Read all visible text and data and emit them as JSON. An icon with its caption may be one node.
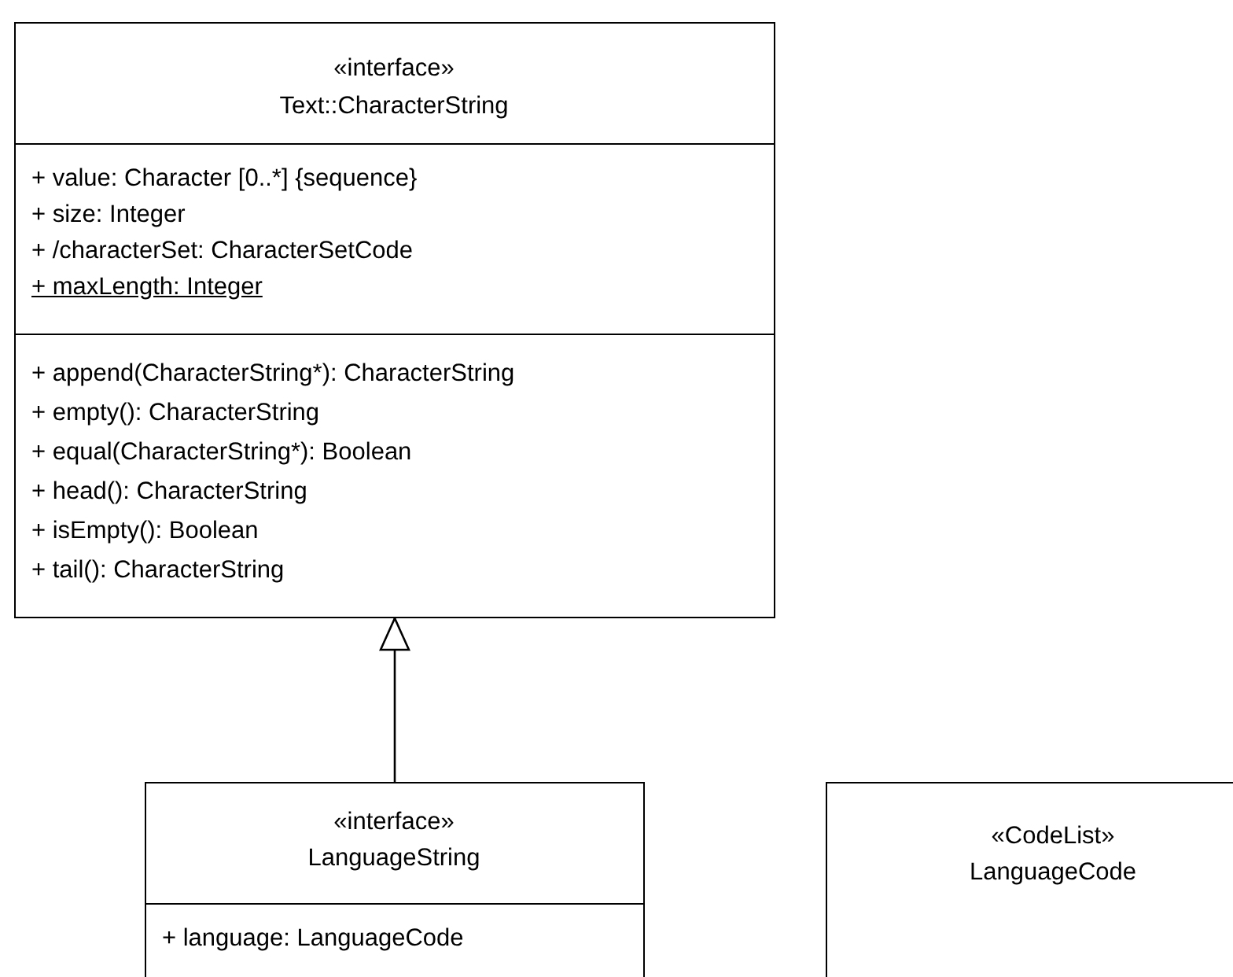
{
  "diagram": {
    "nodes": [
      {
        "text": [
          "«interface»",
          "Text::CharacterString",
          "+ value: Character [0..*] {sequence}",
          "+ size: Integer",
          "+ /characterSet: CharacterSetCode",
          "+ maxLength: Integer",
          "+ append(CharacterString*): CharacterString",
          "+ empty(): CharacterString",
          "+ equal(CharacterString*): Boolean",
          "+ head(): CharacterString",
          "+ isEmpty(): Boolean",
          "+ tail(): CharacterString"
        ]
      },
      {
        "text": [
          "«interface»",
          "LanguageString",
          "+ language: LanguageCode"
        ]
      },
      {
        "text": [
          "«CodeList»",
          "LanguageCode"
        ]
      }
    ],
    "edges": [
      {
        "from": 1,
        "to": 0,
        "arrow": "to"
      }
    ]
  }
}
